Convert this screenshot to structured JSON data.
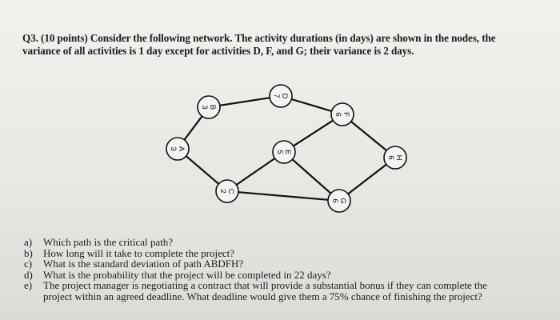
{
  "header": {
    "line1": "Q3. (10 points) Consider the following network. The activity durations (in days) are shown in the nodes, the",
    "line2": "variance of all activities is 1 day except for activities D, F, and G; their variance is 2 days."
  },
  "network": {
    "nodes": [
      {
        "id": "A",
        "duration": "3"
      },
      {
        "id": "B",
        "duration": "3"
      },
      {
        "id": "C",
        "duration": "2"
      },
      {
        "id": "D",
        "duration": "7"
      },
      {
        "id": "E",
        "duration": "5"
      },
      {
        "id": "F",
        "duration": "6"
      },
      {
        "id": "G",
        "duration": "6"
      },
      {
        "id": "H",
        "duration": "6"
      }
    ],
    "edges": [
      [
        "A",
        "B"
      ],
      [
        "A",
        "C"
      ],
      [
        "B",
        "D"
      ],
      [
        "C",
        "E"
      ],
      [
        "C",
        "G"
      ],
      [
        "D",
        "F"
      ],
      [
        "E",
        "F"
      ],
      [
        "E",
        "G"
      ],
      [
        "F",
        "H"
      ],
      [
        "G",
        "H"
      ]
    ]
  },
  "questions": [
    {
      "letter": "a)",
      "lines": [
        "Which path is the critical path?"
      ]
    },
    {
      "letter": "b)",
      "lines": [
        "How long will it take to complete the project?"
      ]
    },
    {
      "letter": "c)",
      "lines": [
        "What is the standard deviation of path ABDFH?"
      ]
    },
    {
      "letter": "d)",
      "lines": [
        "What is the probability that the project will be completed in 22 days?"
      ]
    },
    {
      "letter": "e)",
      "lines": [
        "The project manager is negotiating a contract that will provide a substantial bonus if they can complete the",
        "project within an agreed deadline. What deadline would give them a 75% chance of finishing the project?"
      ]
    }
  ]
}
